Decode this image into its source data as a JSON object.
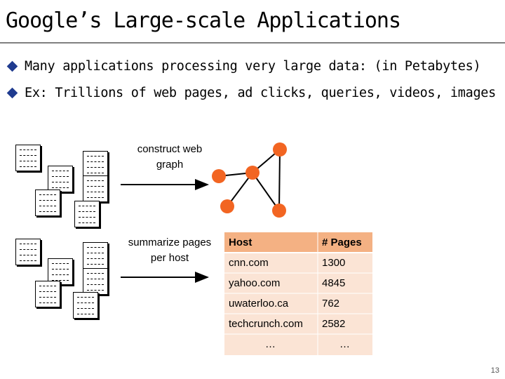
{
  "slide": {
    "title": "Google’s Large-scale Applications",
    "bullets": [
      "Many applications processing very large data: (in Petabytes)",
      "Ex: Trillions of web pages, ad clicks, queries, videos, images"
    ],
    "page_number": "13"
  },
  "diagram": {
    "top_label": "construct web graph",
    "bottom_label": "summarize pages per host",
    "graph_node_color": "#f26522",
    "table_bg_color": "#fbe4d5",
    "table": {
      "headers": [
        "Host",
        "# Pages"
      ],
      "rows": [
        [
          "cnn.com",
          "1300"
        ],
        [
          "yahoo.com",
          "4845"
        ],
        [
          "uwaterloo.ca",
          "762"
        ],
        [
          "techcrunch.com",
          "2582"
        ],
        [
          "…",
          "…"
        ]
      ]
    }
  }
}
